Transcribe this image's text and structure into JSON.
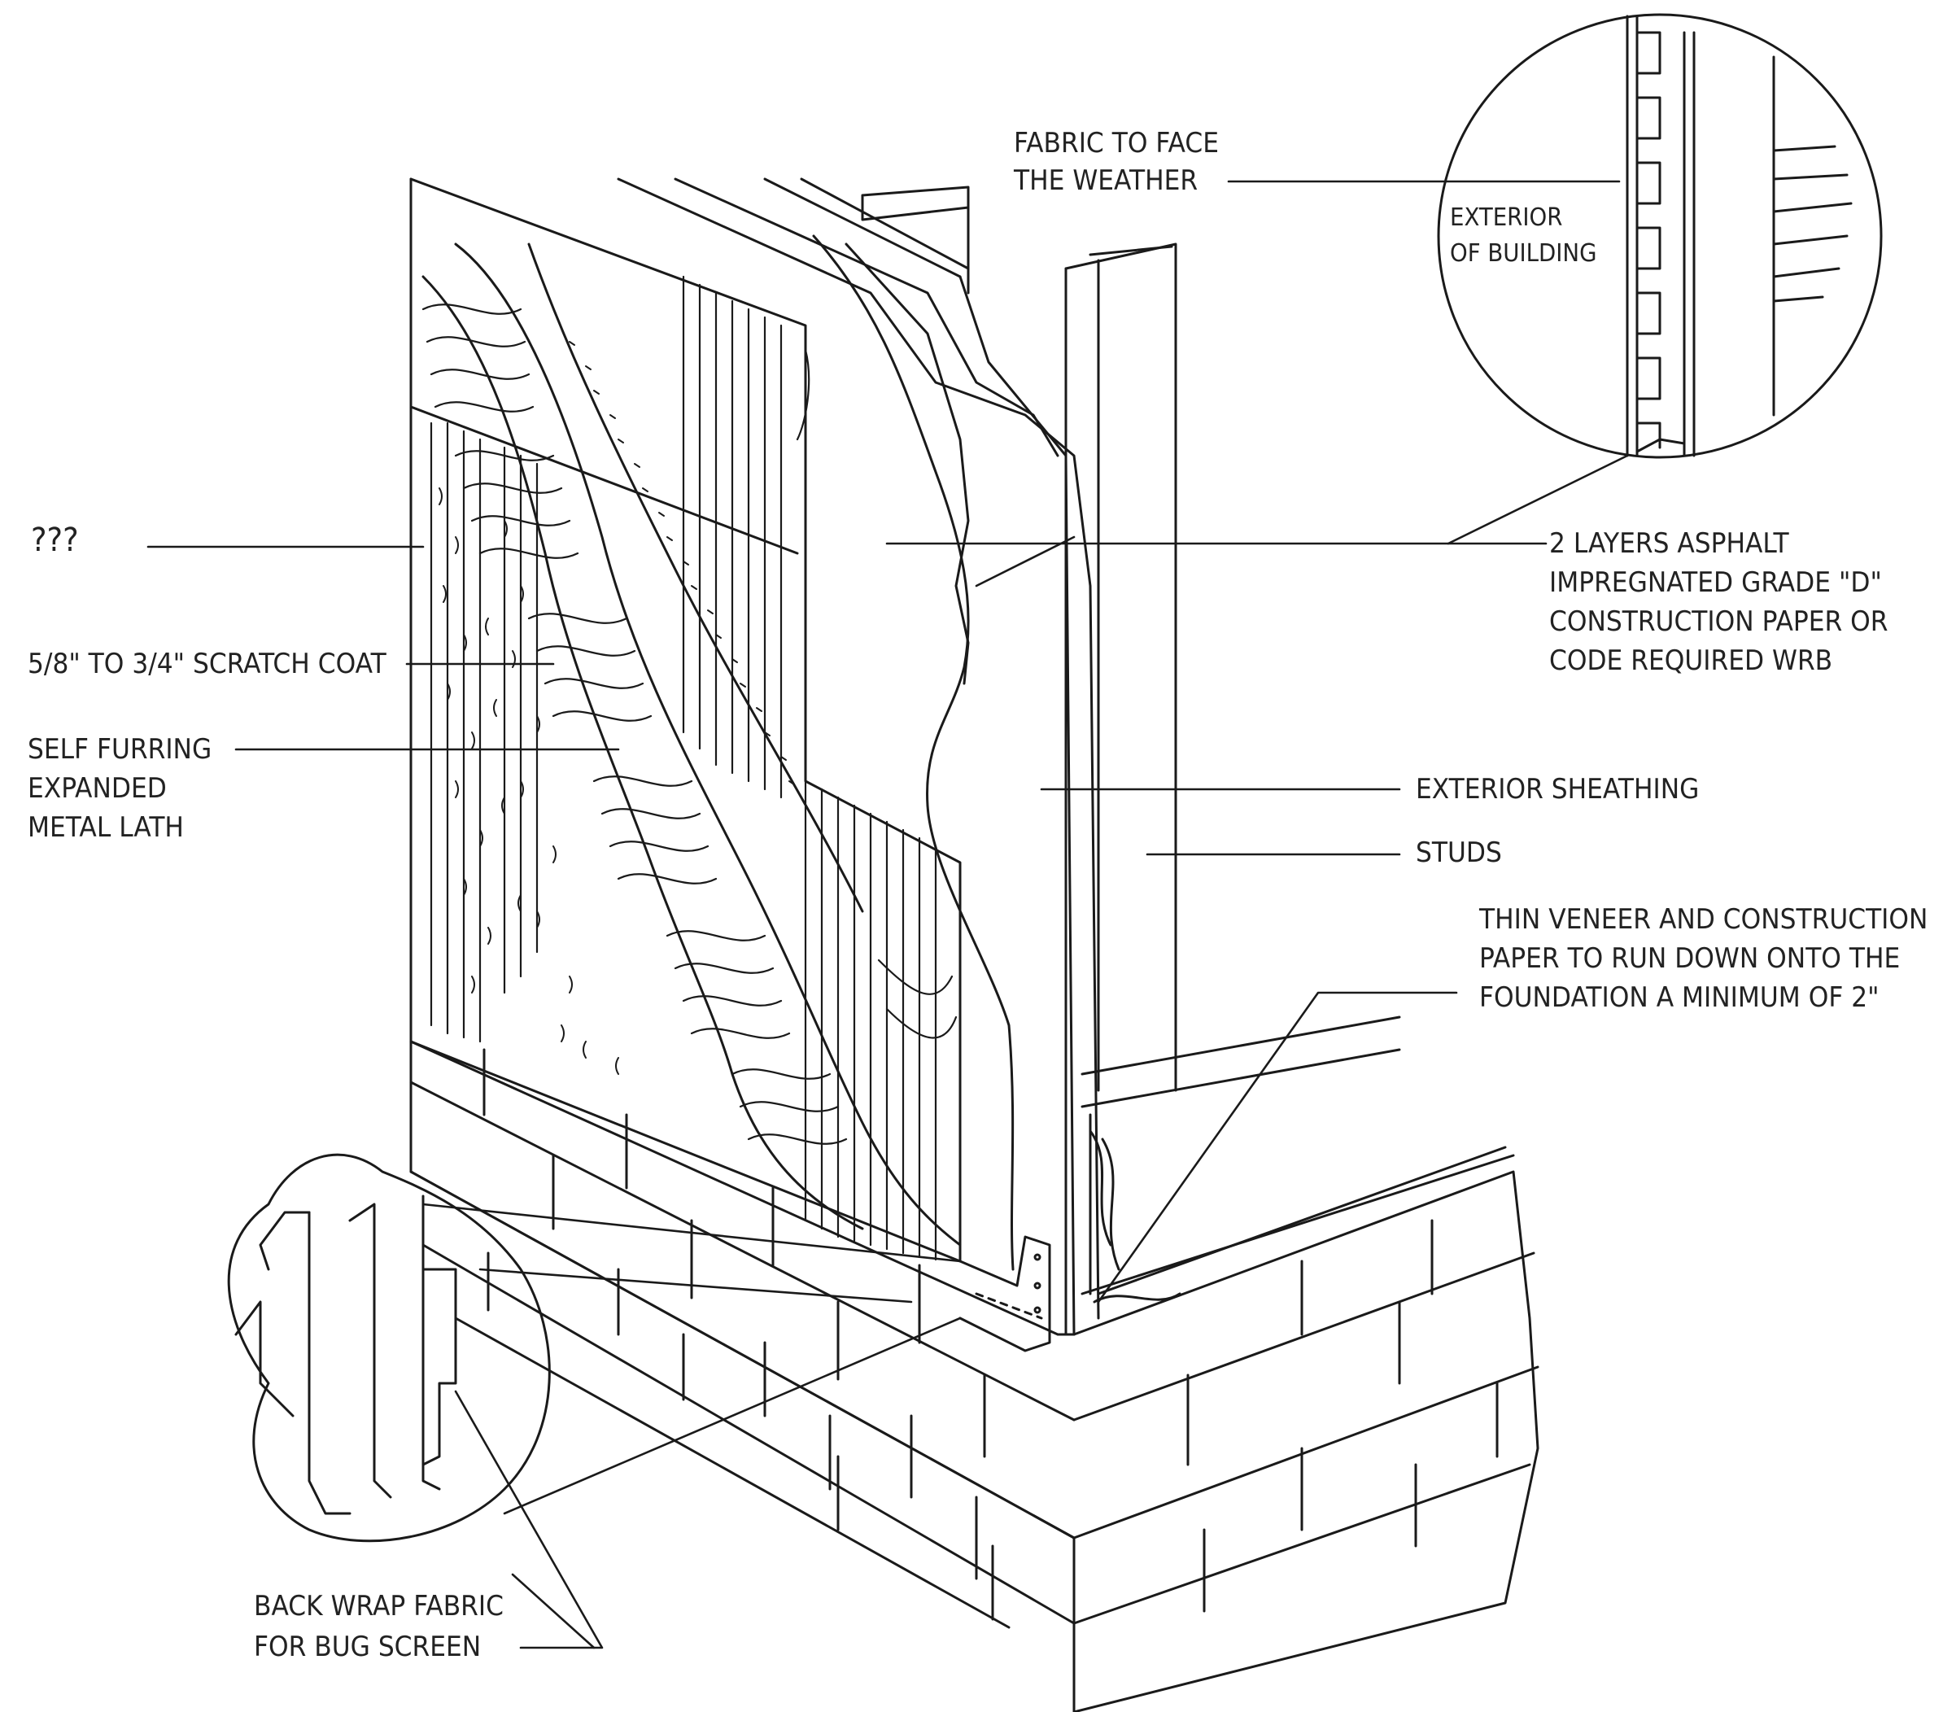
{
  "diagram": {
    "labels": {
      "unknown": "???",
      "scratch_coat": "5/8\" TO 3/4\" SCRATCH COAT",
      "lath_1": "SELF FURRING",
      "lath_2": "EXPANDED",
      "lath_3": "METAL LATH",
      "fabric_1": "FABRIC TO FACE",
      "fabric_2": "THE WEATHER",
      "exterior_1": "EXTERIOR",
      "exterior_2": "OF BUILDING",
      "asphalt_1": "2 LAYERS ASPHALT",
      "asphalt_2": "IMPREGNATED GRADE \"D\"",
      "asphalt_3": "CONSTRUCTION PAPER OR",
      "asphalt_4": "CODE REQUIRED WRB",
      "sheathing": "EXTERIOR SHEATHING",
      "studs": "STUDS",
      "veneer_1": "THIN VENEER AND CONSTRUCTION",
      "veneer_2": "PAPER TO RUN DOWN ONTO THE",
      "veneer_3": "FOUNDATION A MINIMUM OF 2\"",
      "backwrap_1": "BACK WRAP FABRIC",
      "backwrap_2": "FOR BUG SCREEN"
    }
  }
}
